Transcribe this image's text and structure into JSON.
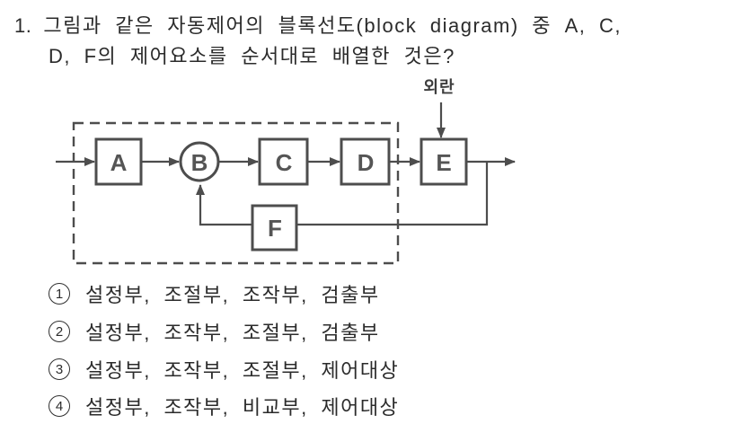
{
  "question": {
    "number": "1.",
    "line1": "그림과 같은 자동제어의 블록선도(block diagram) 중 A, C,",
    "line2": "D, F의 제어요소를 순서대로 배열한 것은?"
  },
  "diagram": {
    "disturbance_label": "외란",
    "blocks": [
      {
        "id": "A",
        "label": "A",
        "shape": "rect"
      },
      {
        "id": "B",
        "label": "B",
        "shape": "circle"
      },
      {
        "id": "C",
        "label": "C",
        "shape": "rect"
      },
      {
        "id": "D",
        "label": "D",
        "shape": "rect"
      },
      {
        "id": "E",
        "label": "E",
        "shape": "rect"
      },
      {
        "id": "F",
        "label": "F",
        "shape": "rect"
      }
    ]
  },
  "choices": [
    {
      "number": "1",
      "text": "설정부, 조절부, 조작부, 검출부"
    },
    {
      "number": "2",
      "text": "설정부, 조작부, 조절부, 검출부"
    },
    {
      "number": "3",
      "text": "설정부, 조작부, 조절부, 제어대상"
    },
    {
      "number": "4",
      "text": "설정부, 조작부, 비교부, 제어대상"
    }
  ],
  "colors": {
    "ink": "#2b2b2b",
    "diagram_stroke": "#4d4d4d",
    "background": "#ffffff"
  }
}
